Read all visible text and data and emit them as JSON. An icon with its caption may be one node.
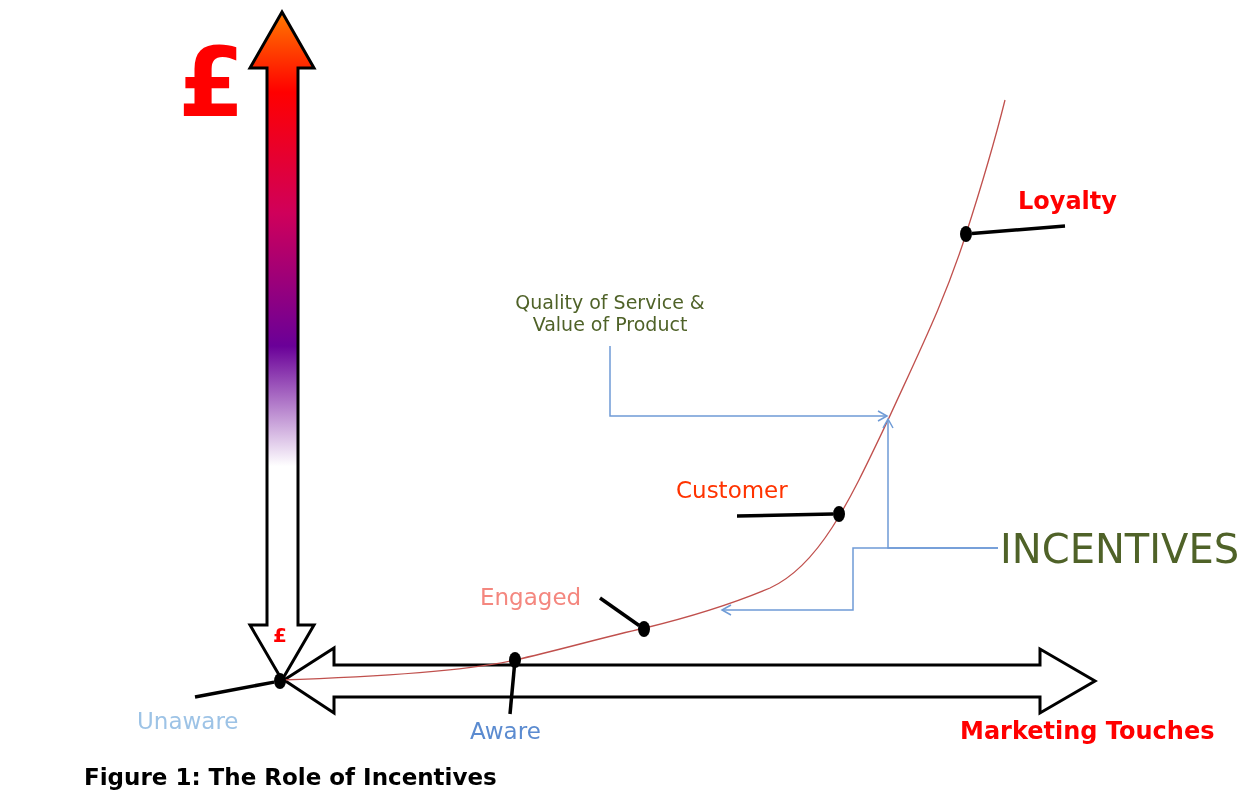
{
  "diagram": {
    "caption": "Figure 1: The Role of Incentives",
    "nodes": [
      {
        "text": [
          "Loyalty"
        ]
      },
      {
        "text": [],
        "shape": "circle"
      },
      {
        "text": [
          "Customer"
        ]
      },
      {
        "text": [],
        "shape": "circle"
      },
      {
        "text": [
          "Engaged"
        ]
      },
      {
        "text": [],
        "shape": "circle"
      },
      {
        "text": [
          "Aware"
        ]
      },
      {
        "text": [],
        "shape": "circle"
      },
      {
        "text": [
          "Unaware"
        ]
      },
      {
        "text": [],
        "shape": "circle"
      },
      {
        "text": [
          "Quality of Service & Value of Product"
        ]
      },
      {
        "text": [
          "INCENTIVES"
        ]
      }
    ],
    "edges": [
      {
        "from": 0,
        "to": 1,
        "arrow": "none"
      },
      {
        "from": 2,
        "to": 3,
        "arrow": "none"
      },
      {
        "from": 4,
        "to": 5,
        "arrow": "none"
      },
      {
        "from": 6,
        "to": 7,
        "arrow": "none"
      },
      {
        "from": 8,
        "to": 9,
        "arrow": "none"
      },
      {
        "from": 10,
        "to": null,
        "arrow": "to",
        "color": "#6f9bd6"
      },
      {
        "from": 11,
        "to": null,
        "arrow": "to",
        "color": "#6f9bd6"
      },
      {
        "from": 11,
        "to": null,
        "arrow": "to",
        "color": "#6f9bd6"
      }
    ],
    "labels": [
      "£",
      "£",
      "Marketing Touches"
    ]
  }
}
